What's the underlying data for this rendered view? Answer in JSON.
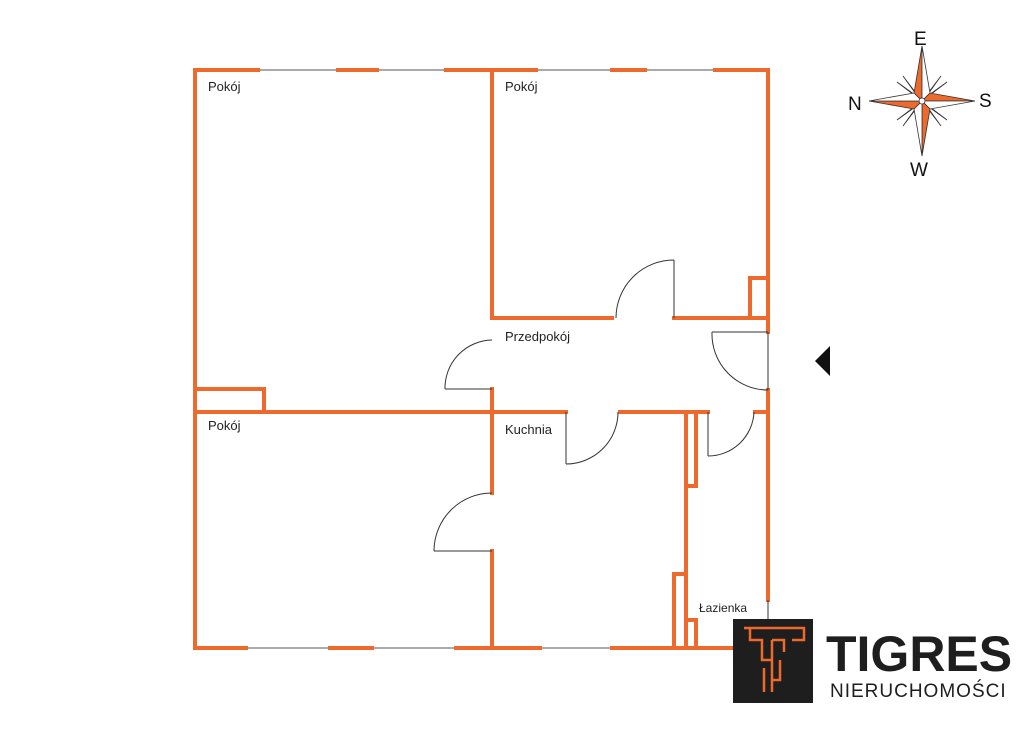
{
  "floorplan": {
    "rooms": [
      {
        "id": "pokoj-1",
        "label": "Pokój"
      },
      {
        "id": "pokoj-2",
        "label": "Pokój"
      },
      {
        "id": "pokoj-3",
        "label": "Pokój"
      },
      {
        "id": "przedpokoj",
        "label": "Przedpokój"
      },
      {
        "id": "kuchnia",
        "label": "Kuchnia"
      },
      {
        "id": "lazienka",
        "label": "Łazienka"
      }
    ],
    "wall_color": "#ee6a2c",
    "thin_line_color": "#555555"
  },
  "compass": {
    "top": "E",
    "left": "N",
    "right": "S",
    "bottom": "W",
    "color": "#ee6a2c"
  },
  "entrance": {
    "icon": "entrance-arrow-icon"
  },
  "logo": {
    "name": "TIGRES",
    "subtitle": "NIERUCHOMOŚCI",
    "mark_color": "#ee6a2c",
    "background": "#1e1e1e",
    "text_color": "#1e1e1e"
  }
}
